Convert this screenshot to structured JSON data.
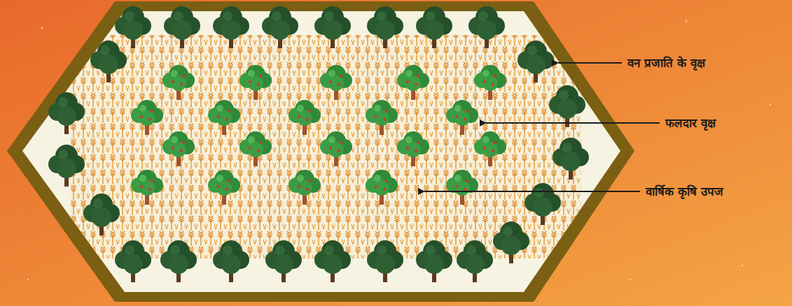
{
  "diagram": {
    "labels": [
      "वन प्रजाति के वृक्ष",
      "फलदार वृक्ष",
      "वार्षिक कृषि उपज"
    ]
  }
}
